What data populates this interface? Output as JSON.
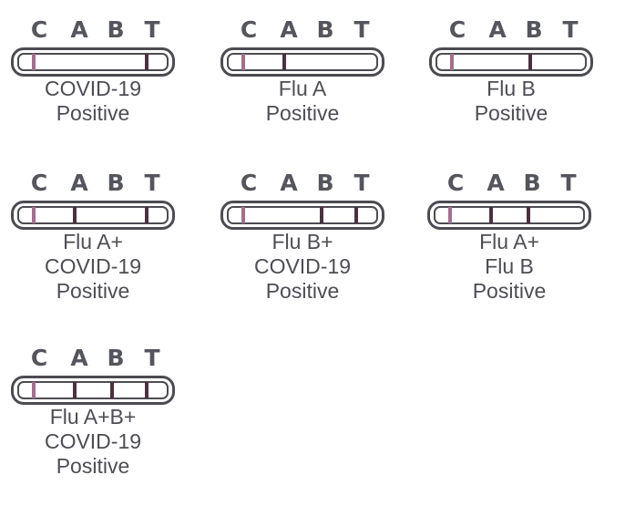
{
  "letters": [
    "C",
    "A",
    "B",
    "T"
  ],
  "colors": {
    "control_line": "#a46f8c",
    "test_line": "#4a3240",
    "outline": "#4d4b52",
    "text": "#4d4d55"
  },
  "results": [
    {
      "id": "covid",
      "lines": {
        "C": true,
        "A": false,
        "B": false,
        "T": true
      },
      "caption": [
        "COVID-19",
        "Positive"
      ]
    },
    {
      "id": "flu-a",
      "lines": {
        "C": true,
        "A": true,
        "B": false,
        "T": false
      },
      "caption": [
        "Flu A",
        "Positive"
      ]
    },
    {
      "id": "flu-b",
      "lines": {
        "C": true,
        "A": false,
        "B": true,
        "T": false
      },
      "caption": [
        "Flu B",
        "Positive"
      ]
    },
    {
      "id": "flu-a-covid",
      "lines": {
        "C": true,
        "A": true,
        "B": false,
        "T": true
      },
      "caption": [
        "Flu A+",
        "COVID-19",
        "Positive"
      ]
    },
    {
      "id": "flu-b-covid",
      "lines": {
        "C": true,
        "A": false,
        "B": true,
        "T": true
      },
      "caption": [
        "Flu B+",
        "COVID-19",
        "Positive"
      ]
    },
    {
      "id": "flu-a-flu-b",
      "lines": {
        "C": true,
        "A": true,
        "B": true,
        "T": false
      },
      "caption": [
        "Flu A+",
        "Flu B",
        "Positive"
      ]
    },
    {
      "id": "flu-a-b-covid",
      "lines": {
        "C": true,
        "A": true,
        "B": true,
        "T": true
      },
      "caption": [
        "Flu A+B+",
        "COVID-19",
        "Positive"
      ]
    }
  ]
}
